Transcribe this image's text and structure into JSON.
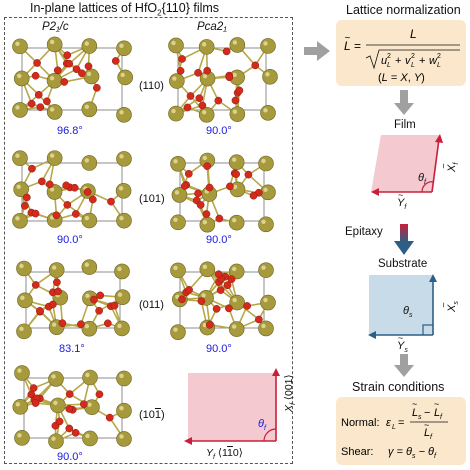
{
  "left_panel": {
    "title": "In-plane lattices of HfO",
    "title_sub": "2",
    "title_tail": "{110} films",
    "col1": "P2₁/c",
    "col2": "Pca2₁",
    "rows": [
      {
        "plane": "(110)",
        "angle_left": "96.8°",
        "angle_right": "90.0°"
      },
      {
        "plane": "(101)",
        "angle_left": "90.0°",
        "angle_right": "90.0°"
      },
      {
        "plane": "(011)",
        "angle_left": "83.1°",
        "angle_right": "90.0°"
      },
      {
        "plane": "(10̅1)",
        "angle_left": "90.0°"
      }
    ],
    "bottom_film": {
      "theta": "θf",
      "x_axis": "Xf ⟨001⟩",
      "y_axis": "Yf ⟨1̅10⟩"
    }
  },
  "right_panel": {
    "normalization_title": "Lattice normalization",
    "normalization_formula_lhs": "L̃ =",
    "normalization_num": "L",
    "normalization_den": "u²L + v²L + w²L",
    "normalization_note": "(L = X, Y)",
    "film_label": "Film",
    "film_theta": "θf",
    "film_x": "X̃f",
    "film_y": "Ỹf",
    "epitaxy_label": "Epitaxy",
    "substrate_label": "Substrate",
    "sub_theta": "θs",
    "sub_x": "X̃s",
    "sub_y": "Ỹs",
    "strain_title": "Strain conditions",
    "normal_label": "Normal:",
    "normal_lhs": "εL =",
    "normal_num": "L̃s − L̃f",
    "normal_den": "L̃f",
    "shear_label": "Shear:",
    "shear_eq": "γ = θs − θf"
  },
  "colors": {
    "hf_atom": "#a79a3c",
    "o_atom": "#d32a1c",
    "film_fill": "#f4c9cf",
    "film_arrow": "#c8203a",
    "substrate_fill": "#c8dbe9",
    "substrate_arrow": "#2d5f86",
    "process_arrow": "#a0a0a0",
    "angle_text": "#1a1adf",
    "tan_box": "#fbe8cc"
  }
}
